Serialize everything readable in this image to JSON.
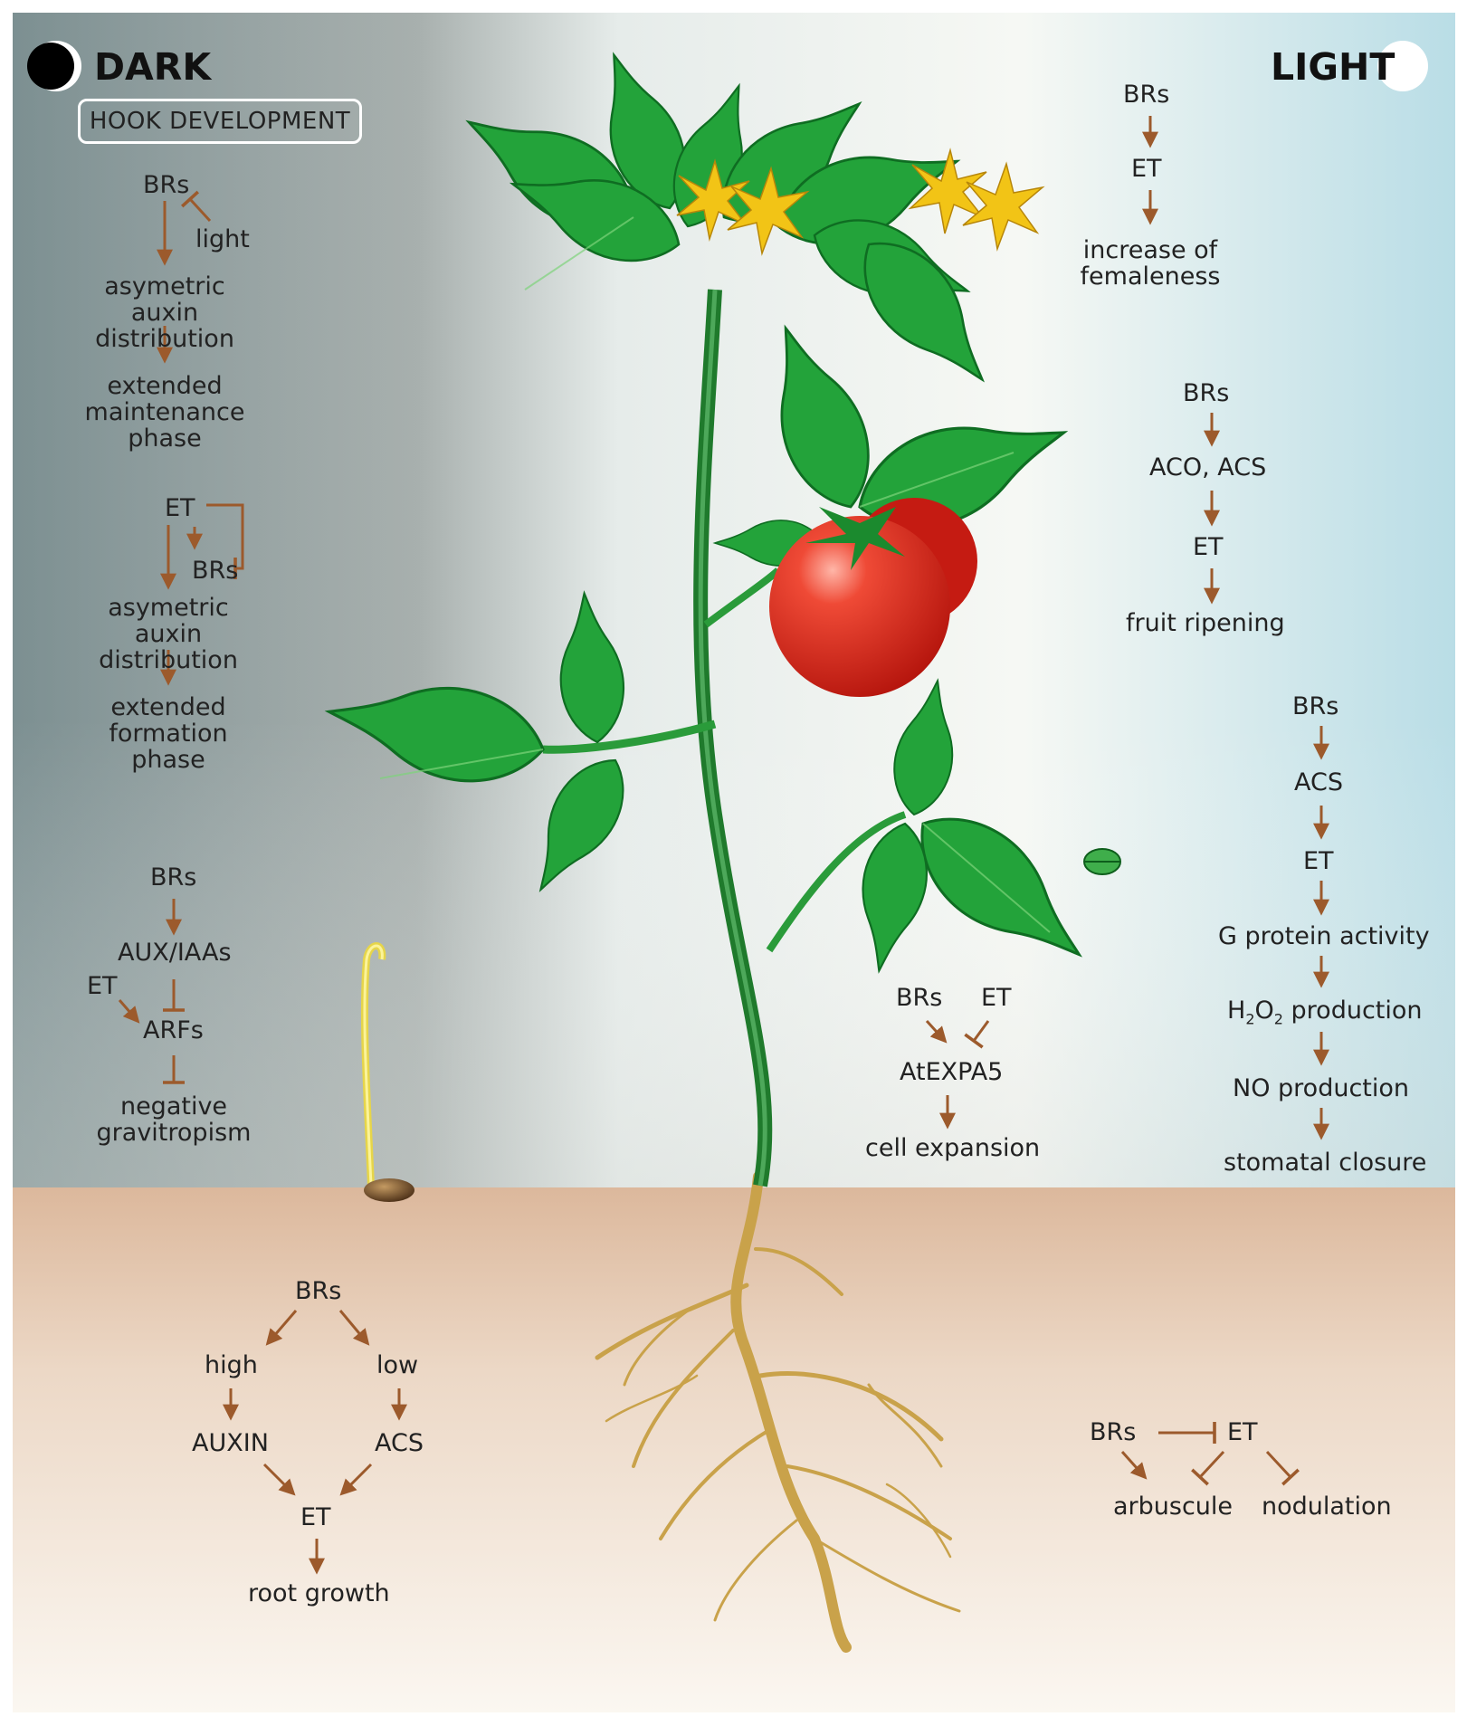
{
  "dark": {
    "heading": "DARK",
    "box_label": "HOOK DEVELOPMENT",
    "hook1": {
      "brs": "BRs",
      "light": "light",
      "auxin": "asymetric\nauxin distribution",
      "phase": "extended\nmaintenance\nphase"
    },
    "hook2": {
      "et": "ET",
      "brs": "BRs",
      "auxin": "asymetric\nauxin distribution",
      "phase": "extended\nformation\nphase"
    },
    "grav": {
      "brs": "BRs",
      "auxiaas": "AUX/IAAs",
      "et": "ET",
      "arfs": "ARFs",
      "result": "negative\ngravitropism"
    }
  },
  "light": {
    "heading": "LIGHT",
    "fem": {
      "brs": "BRs",
      "et": "ET",
      "result": "increase of\nfemaleness"
    },
    "ripen": {
      "brs": "BRs",
      "aco": "ACO, ACS",
      "et": "ET",
      "result": "fruit ripening"
    },
    "stomata": {
      "brs": "BRs",
      "acs": "ACS",
      "et": "ET",
      "g": "G protein activity",
      "h2o2_pre": "H",
      "h2o2_sub1": "2",
      "h2o2_mid": "O",
      "h2o2_sub2": "2",
      "h2o2_post": " production",
      "no": "NO production",
      "result": "stomatal closure"
    },
    "expansion": {
      "brs": "BRs",
      "et": "ET",
      "expa": "AtEXPA5",
      "result": "cell expansion"
    }
  },
  "soil": {
    "root": {
      "brs": "BRs",
      "high": "high",
      "low": "low",
      "auxin": "AUXIN",
      "acs": "ACS",
      "et": "ET",
      "result": "root growth"
    },
    "symb": {
      "brs": "BRs",
      "et": "ET",
      "arb": "arbuscule",
      "nod": "nodulation"
    }
  },
  "colors": {
    "arrow": "#9c5a2c",
    "leaf": "#1f9a33",
    "fruit": "#d62a1e",
    "flower": "#f2c416",
    "root": "#c9a24a",
    "soil": "#e4c2a8"
  }
}
